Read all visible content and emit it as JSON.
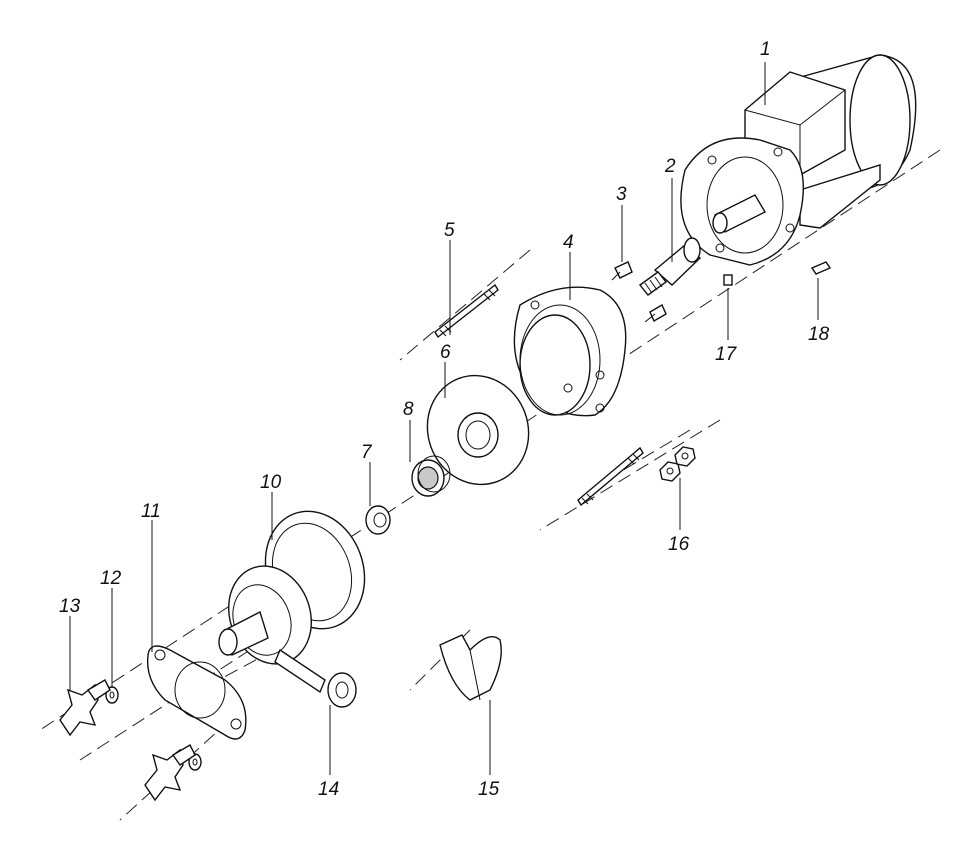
{
  "diagram": {
    "labels": {
      "p1": "1",
      "p2": "2",
      "p3": "3",
      "p4": "4",
      "p5": "5",
      "p6": "6",
      "p7": "7",
      "p8": "8",
      "p9_10": "10",
      "p11": "11",
      "p12": "12",
      "p13": "13",
      "p14": "14",
      "p15": "15",
      "p16": "16",
      "p17": "17",
      "p18": "18"
    }
  }
}
